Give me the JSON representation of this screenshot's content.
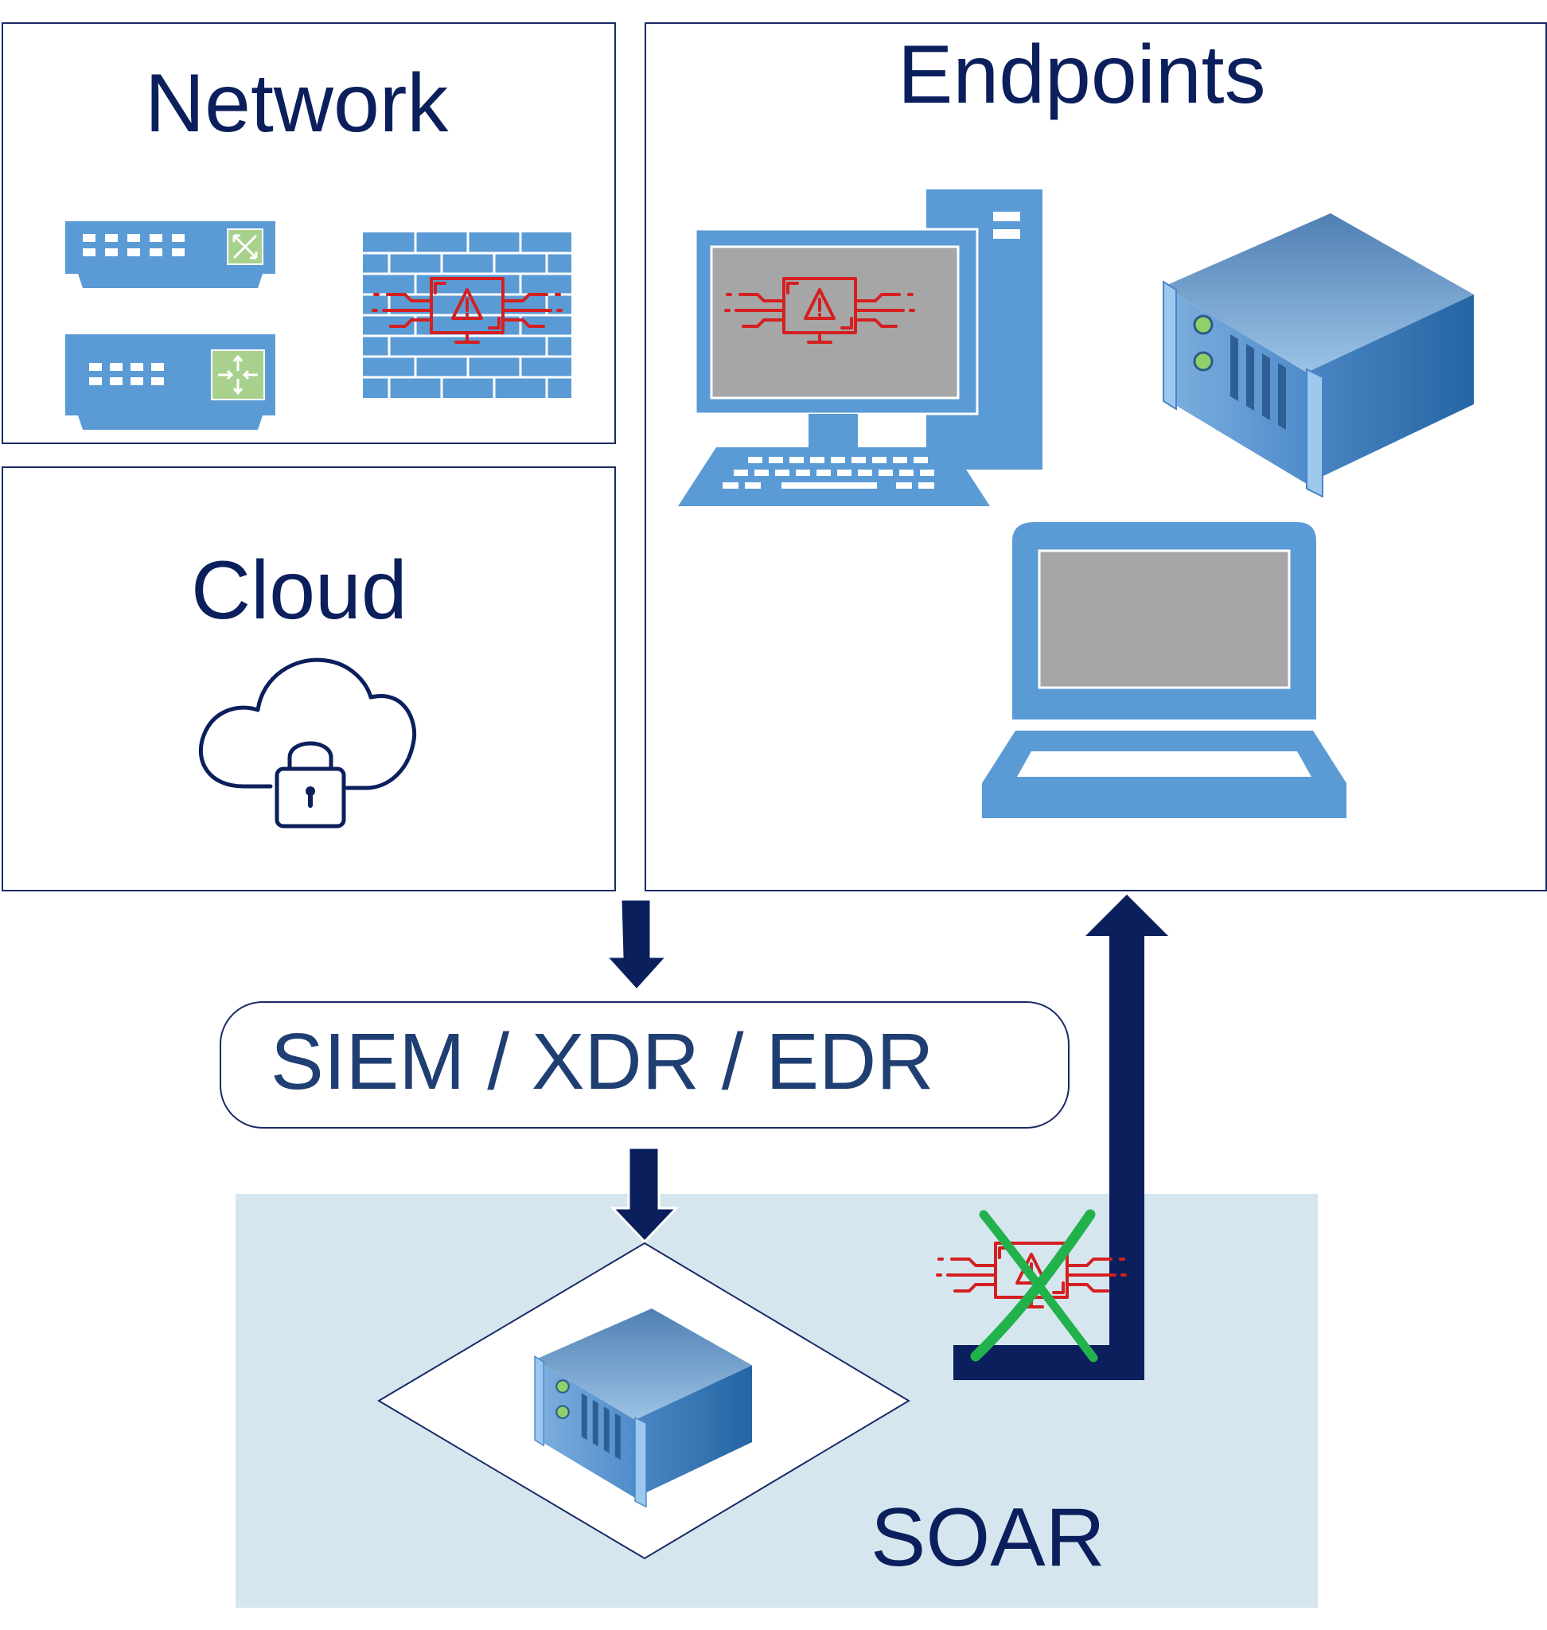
{
  "panels": {
    "network": {
      "title": "Network"
    },
    "cloud": {
      "title": "Cloud"
    },
    "endpoints": {
      "title": "Endpoints"
    }
  },
  "pipeline": {
    "detection_label": "SIEM / XDR / EDR",
    "soar_label": "SOAR"
  },
  "icons": {
    "switch": "network-switch-icon",
    "router": "network-router-icon",
    "firewall": "firewall-alert-icon",
    "cloud": "cloud-lock-icon",
    "desktop": "desktop-computer-alert-icon",
    "server": "rack-server-icon",
    "laptop": "laptop-icon",
    "threat": "threat-blocked-icon"
  },
  "colors": {
    "navy": "#0b1f5c",
    "device_blue": "#5b9bd5",
    "device_dark": "#2e6ea8",
    "screen_gray": "#a6a6a6",
    "alert_red": "#d42020",
    "check_green": "#22b24c",
    "soar_bg": "#d6e6ef"
  }
}
